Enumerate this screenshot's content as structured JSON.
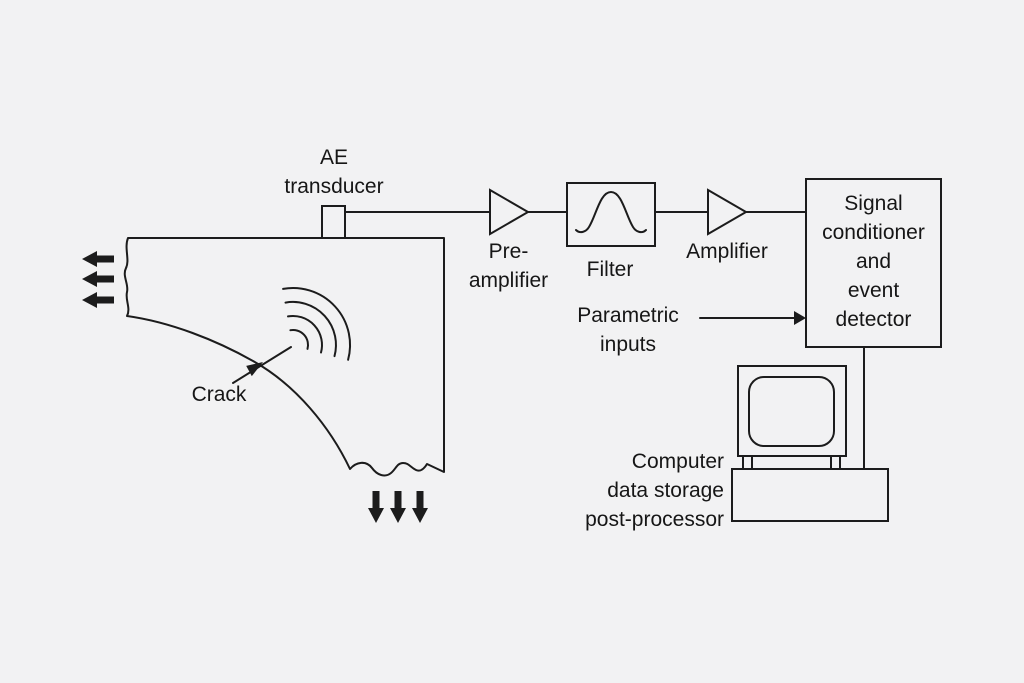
{
  "figure": {
    "labels": {
      "ae_transducer": "AE\ntransducer",
      "preamplifier": "Pre-\namplifier",
      "filter": "Filter",
      "amplifier": "Amplifier",
      "signal_conditioner": "Signal\nconditioner\nand\nevent\ndetector",
      "parametric_inputs": "Parametric\ninputs",
      "crack": "Crack",
      "computer": "Computer\ndata storage\npost-processor"
    }
  },
  "colors": {
    "background": "#f2f2f3",
    "line": "#1c1c1c",
    "text": "#161616"
  }
}
